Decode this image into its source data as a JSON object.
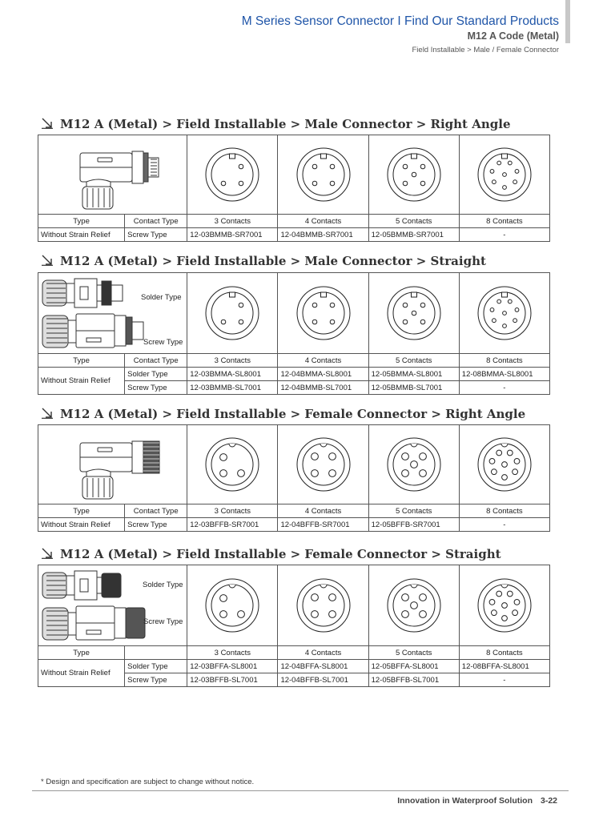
{
  "header": {
    "title": "M Series Sensor Connector I Find Our Standard Products",
    "subtitle": "M12 A Code (Metal)",
    "breadcrumb": "Field Installable > Male / Female Connector",
    "accent_color": "#1f55a8"
  },
  "sections": [
    {
      "title": "M12 A (Metal) > Field Installable > Male Connector > Right Angle",
      "icon": "arrow-down-right-icon",
      "headers": [
        "Type",
        "Contact Type",
        "3 Contacts",
        "4 Contacts",
        "5 Contacts",
        "8 Contacts"
      ],
      "type": "Without Strain Relief",
      "rows": [
        {
          "contact_type": "Screw Type",
          "parts": [
            "12-03BMMB-SR7001",
            "12-04BMMB-SR7001",
            "12-05BMMB-SR7001",
            "-"
          ]
        }
      ]
    },
    {
      "title": "M12 A (Metal) > Field Installable > Male Connector > Straight",
      "icon": "arrow-down-right-icon",
      "image_labels": [
        "Solder Type",
        "Screw Type"
      ],
      "headers": [
        "Type",
        "Contact Type",
        "3 Contacts",
        "4 Contacts",
        "5 Contacts",
        "8 Contacts"
      ],
      "type": "Without Strain Relief",
      "rows": [
        {
          "contact_type": "Solder Type",
          "parts": [
            "12-03BMMA-SL8001",
            "12-04BMMA-SL8001",
            "12-05BMMA-SL8001",
            "12-08BMMA-SL8001"
          ]
        },
        {
          "contact_type": "Screw Type",
          "parts": [
            "12-03BMMB-SL7001",
            "12-04BMMB-SL7001",
            "12-05BMMB-SL7001",
            "-"
          ]
        }
      ]
    },
    {
      "title": "M12 A (Metal) > Field Installable > Female Connector > Right Angle",
      "icon": "arrow-down-right-icon",
      "headers": [
        "Type",
        "Contact Type",
        "3 Contacts",
        "4 Contacts",
        "5 Contacts",
        "8 Contacts"
      ],
      "type": "Without Strain Relief",
      "rows": [
        {
          "contact_type": "Screw Type",
          "parts": [
            "12-03BFFB-SR7001",
            "12-04BFFB-SR7001",
            "12-05BFFB-SR7001",
            "-"
          ]
        }
      ]
    },
    {
      "title": "M12 A (Metal) > Field Installable > Female Connector > Straight",
      "icon": "arrow-down-right-icon",
      "image_labels": [
        "Solder Type",
        "Screw Type"
      ],
      "headers": [
        "Type",
        "",
        "3 Contacts",
        "4 Contacts",
        "5 Contacts",
        "8 Contacts"
      ],
      "type": "Without Strain Relief",
      "rows": [
        {
          "contact_type": "Solder Type",
          "parts": [
            "12-03BFFA-SL8001",
            "12-04BFFA-SL8001",
            "12-05BFFA-SL8001",
            "12-08BFFA-SL8001"
          ]
        },
        {
          "contact_type": "Screw Type",
          "parts": [
            "12-03BFFB-SL7001",
            "12-04BFFB-SL7001",
            "12-05BFFB-SL7001",
            "-"
          ]
        }
      ]
    }
  ],
  "footer": {
    "note": "* Design and specification are subject to change without notice.",
    "tagline": "Innovation in Waterproof Solution",
    "page": "3-22"
  }
}
